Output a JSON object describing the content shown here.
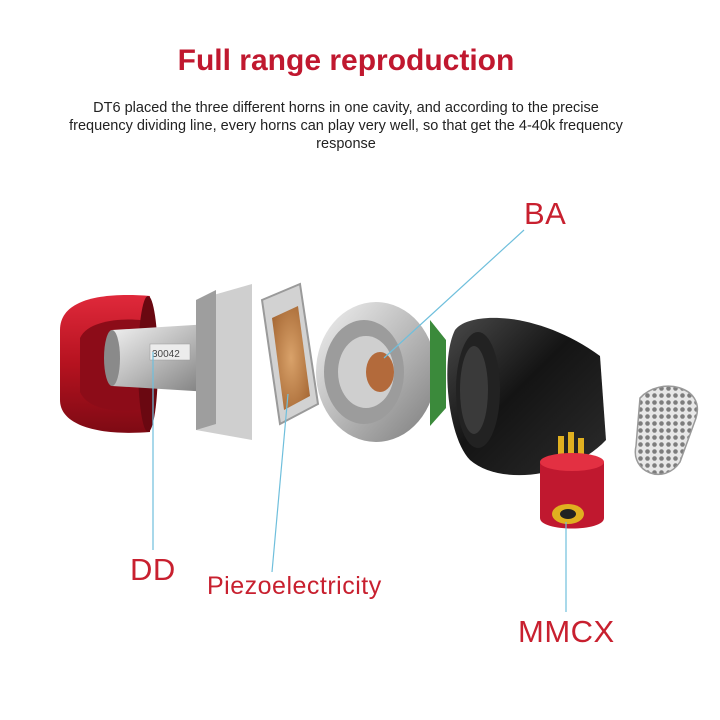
{
  "heading": {
    "title": "Full range reproduction",
    "description": "DT6 placed the three different horns in one cavity, and according to the precise frequency dividing line, every horns can play very well, so that get the 4-40k frequency response"
  },
  "callouts": {
    "ba": "BA",
    "dd": "DD",
    "piezo": "Piezoelectricity",
    "mmcx": "MMCX"
  },
  "part_marking": "30042",
  "colors": {
    "title": "#c0182f",
    "callout": "#c8202f",
    "leader_line": "#6fbfdc"
  }
}
